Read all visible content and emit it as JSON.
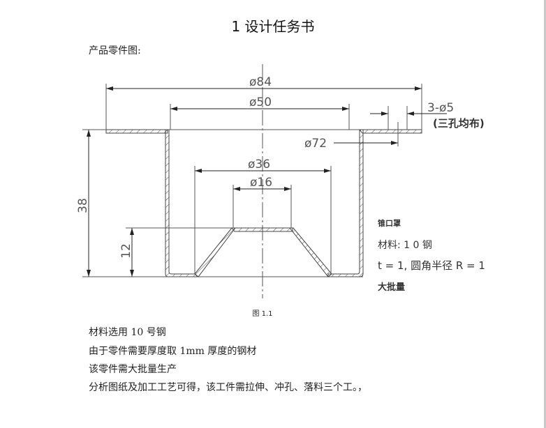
{
  "document": {
    "title": "1  设计任务书",
    "intro_label": "产品零件图:",
    "figure_caption": "图 1.1",
    "paragraphs": [
      "材料选用 10 号钢",
      "由于零件需要厚度取 1mm 厚度的钢材",
      "该零件需大批量生产",
      "分析图纸及加工工艺可得，该工件需拉伸、冲孔、落料三个工。，"
    ]
  },
  "drawing": {
    "dimensions": {
      "d84": "ø84",
      "d50": "ø50",
      "d72": "ø72",
      "d36": "ø36",
      "d16": "ø16",
      "h38": "38",
      "h12": "12",
      "holes": "3-ø5",
      "holes_note": "(三孔均布)"
    },
    "notes": {
      "part_name": "锥口罩",
      "material": "材料: 1 0 钢",
      "thickness": "t = 1, 圆角半径 R = 1",
      "batch": "大批量"
    },
    "colors": {
      "line": "#444444",
      "dim_text": "#555555"
    }
  }
}
